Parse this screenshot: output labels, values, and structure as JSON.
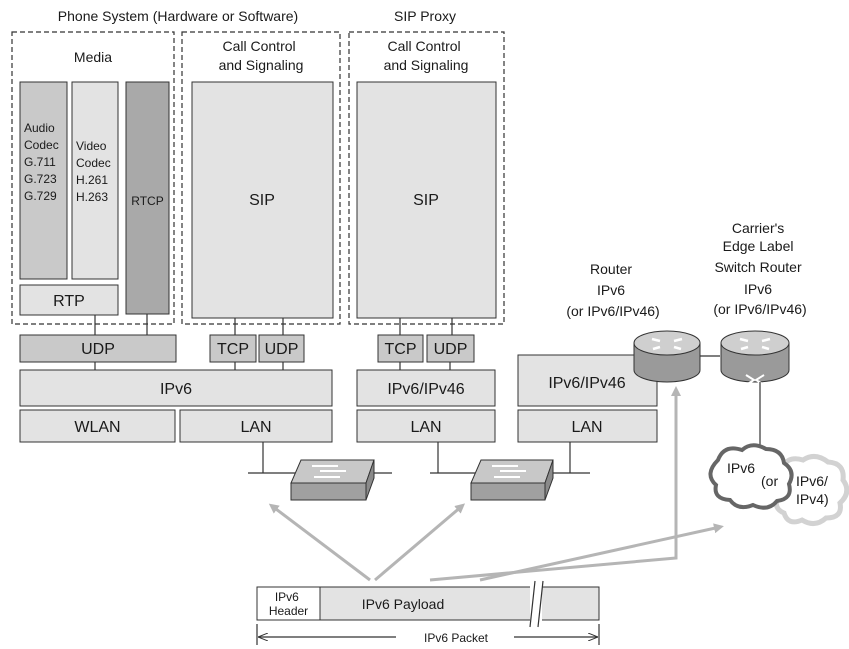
{
  "titles": {
    "phone_system": "Phone System (Hardware or Software)",
    "sip_proxy": "SIP Proxy"
  },
  "phone": {
    "media": "Media",
    "audio_codec": [
      "Audio",
      "Codec",
      "G.711",
      "G.723",
      "G.729"
    ],
    "video_codec": [
      "Video",
      "Codec",
      "H.261",
      "H.263"
    ],
    "rtcp": "RTCP",
    "rtp": "RTP",
    "call_control": [
      "Call Control",
      "and Signaling"
    ],
    "sip": "SIP",
    "udp_media": "UDP",
    "tcp": "TCP",
    "udp_sip": "UDP",
    "ipv6": "IPv6",
    "wlan": "WLAN",
    "lan": "LAN"
  },
  "proxy": {
    "call_control": [
      "Call Control",
      "and Signaling"
    ],
    "sip": "SIP",
    "tcp": "TCP",
    "udp": "UDP",
    "ip": "IPv6/IPv46",
    "lan": "LAN"
  },
  "router": {
    "label": [
      "Router",
      "IPv6",
      "(or IPv6/IPv46)"
    ],
    "ip": "IPv6/IPv46",
    "lan": "LAN"
  },
  "carrier": {
    "label": [
      "Carrier's",
      "Edge Label",
      "Switch Router",
      "IPv6",
      "(or IPv6/IPv46)"
    ]
  },
  "clouds": {
    "ipv6": "IPv6",
    "or": "(or",
    "ipv4": [
      "IPv6/",
      "IPv4)"
    ]
  },
  "packet": {
    "header": [
      "IPv6",
      "Header"
    ],
    "payload": "IPv6 Payload",
    "caption": "IPv6 Packet"
  },
  "colors": {
    "light_gray": "#e3e3e3",
    "medium_gray": "#c9c9c9",
    "dark_gray": "#a9a9a9",
    "arrow_gray": "#b5b5b5",
    "line": "#333333"
  }
}
